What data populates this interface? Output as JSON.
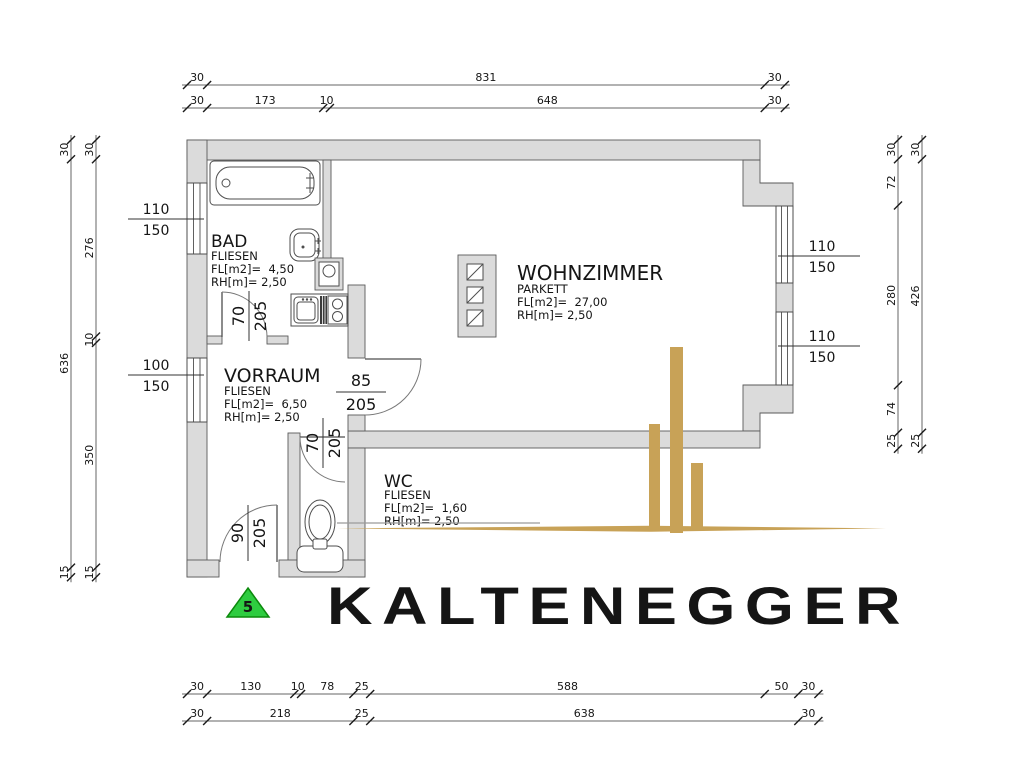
{
  "rooms": {
    "bad": {
      "name": "BAD",
      "floor": "FLIESEN",
      "area": "FL[m2]=  4,50",
      "height": "RH[m]= 2,50"
    },
    "wohnzimmer": {
      "name": "WOHNZIMMER",
      "floor": "PARKETT",
      "area": "FL[m2]=  27,00",
      "height": "RH[m]= 2,50"
    },
    "vorraum": {
      "name": "VORRAUM",
      "floor": "FLIESEN",
      "area": "FL[m2]=  6,50",
      "height": "RH[m]= 2,50"
    },
    "wc": {
      "name": "WC",
      "floor": "FLIESEN",
      "area": "FL[m2]=  1,60",
      "height": "RH[m]= 2,50"
    }
  },
  "windows": {
    "left_bad": {
      "num": "110",
      "den": "150"
    },
    "left_vorraum": {
      "num": "100",
      "den": "150"
    },
    "right_upper": {
      "num": "110",
      "den": "150"
    },
    "right_lower": {
      "num": "110",
      "den": "150"
    }
  },
  "doors": {
    "bad": {
      "num": "70",
      "den": "205"
    },
    "wohnzimmer": {
      "num": "85",
      "den": "205"
    },
    "wc": {
      "num": "70",
      "den": "205"
    },
    "entrance": {
      "num": "90",
      "den": "205"
    }
  },
  "dimensions": {
    "top_outer": [
      "30",
      "831",
      "30"
    ],
    "top_inner": [
      "30",
      "173",
      "10",
      "648",
      "30"
    ],
    "bottom_inner": [
      "30",
      "130",
      "10",
      "78",
      "25",
      "588",
      "50",
      "30"
    ],
    "bottom_outer": [
      "30",
      "218",
      "25",
      "638",
      "30"
    ],
    "left_outer": [
      "30",
      "636",
      "15"
    ],
    "left_inner": [
      "30",
      "276",
      "10",
      "350",
      "15"
    ],
    "right_inner": [
      "30",
      "72",
      "280",
      "74",
      "25"
    ],
    "right_outer": [
      "30",
      "426",
      "25"
    ]
  },
  "logo": {
    "brand": "KALTENEGGER",
    "marker": "5",
    "gold": "#c8a257",
    "green": "#2ecc40",
    "green_dark": "#0c8a0c",
    "marker_text": "#054d05"
  }
}
